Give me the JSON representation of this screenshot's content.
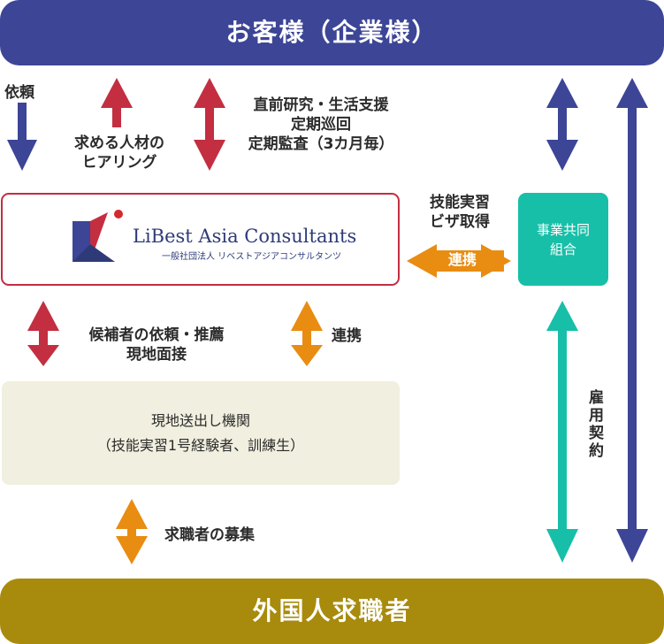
{
  "top_bar": {
    "label": "お客様（企業様）"
  },
  "bottom_bar": {
    "label": "外国人求職者"
  },
  "labels": {
    "request": "依頼",
    "hearing_1": "求める人材の",
    "hearing_2": "ヒアリング",
    "support_1": "直前研究・生活支援",
    "support_2": "定期巡回",
    "support_3": "定期監査（3カ月毎）",
    "visa_1": "技能実習",
    "visa_2": "ビザ取得",
    "renkei_badge": "連携",
    "candidates_1": "候補者の依頼・推薦",
    "candidates_2": "現地面接",
    "renkei": "連携",
    "recruit": "求職者の募集",
    "employment": "雇用契約"
  },
  "org": {
    "name": "LiBest Asia Consultants",
    "sub": "一般社団法人 リベストアジアコンサルタンツ"
  },
  "coop": {
    "line_1": "事業共同",
    "line_2": "組合"
  },
  "agency": {
    "line_1": "現地送出し機関",
    "line_2": "（技能実習1号経験者、訓練生）"
  },
  "colors": {
    "navy": "#3c4596",
    "crimson": "#c32e41",
    "orange": "#e98c12",
    "teal": "#17bfa8",
    "gold": "#a88b0c",
    "cream": "#f1efdf"
  }
}
